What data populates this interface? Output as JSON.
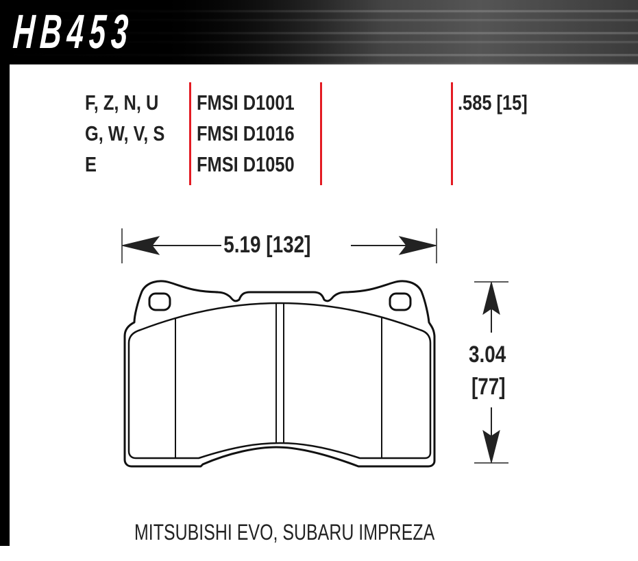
{
  "header": {
    "part_number": "HB453"
  },
  "compounds": {
    "lines": [
      "F, Z, N, U",
      "G, W, V, S",
      "E"
    ]
  },
  "fmsi": {
    "lines": [
      "FMSI D1001",
      "FMSI D1016",
      "FMSI D1050"
    ]
  },
  "thickness": {
    "label": ".585 [15]"
  },
  "width_dimension": {
    "label": "5.19 [132]"
  },
  "height_dimension": {
    "inches": "3.04",
    "mm": "[77]"
  },
  "vehicles": {
    "label": "MITSUBISHI EVO, SUBARU IMPREZA"
  },
  "colors": {
    "divider_red": "#e31b23",
    "text": "#222222",
    "header_bg": "#000000"
  }
}
